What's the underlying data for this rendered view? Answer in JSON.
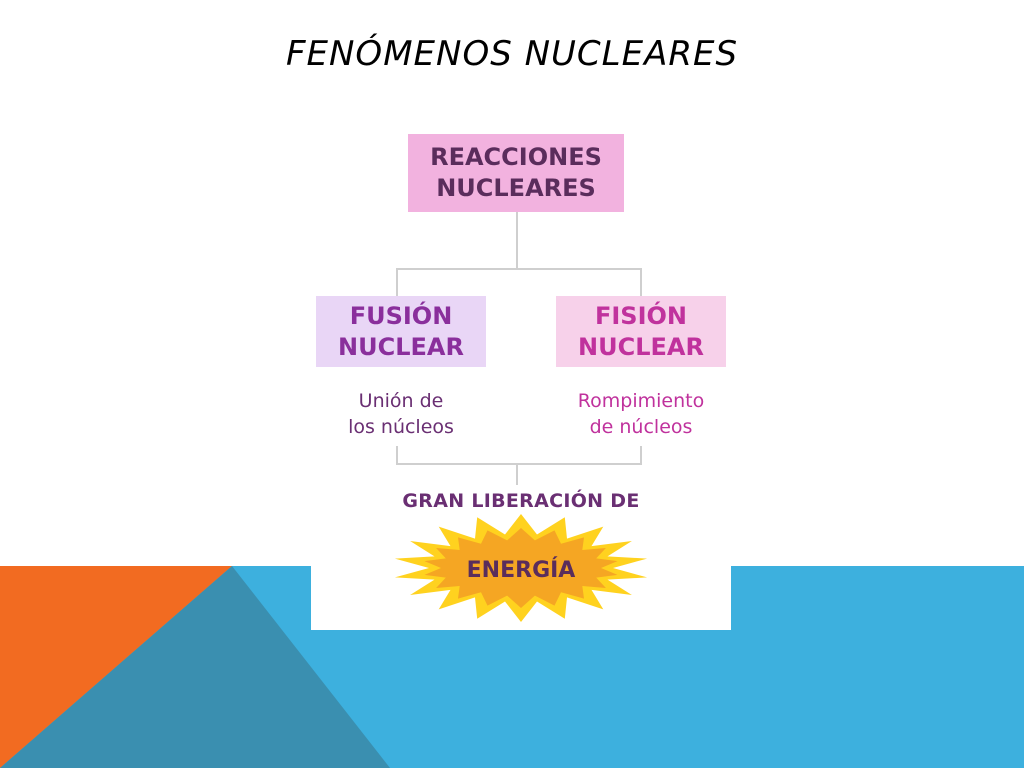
{
  "slide": {
    "title": "FENÓMENOS NUCLEARES"
  },
  "diagram": {
    "root": {
      "lines": [
        "REACCIONES",
        "NUCLEARES"
      ]
    },
    "branches": [
      {
        "title_lines": [
          "FUSIÓN",
          "NUCLEAR"
        ],
        "desc_lines": [
          "Unión de",
          "los núcleos"
        ]
      },
      {
        "title_lines": [
          "FISIÓN",
          "NUCLEAR"
        ],
        "desc_lines": [
          "Rompimiento",
          "de núcleos"
        ]
      }
    ],
    "result_label": "GRAN LIBERACIÓN DE",
    "result_word": "ENERGÍA"
  },
  "colors": {
    "orange": "#f26b21",
    "steel_blue": "#3a8fb0",
    "sky_blue": "#3db0de",
    "root_box": "#f2b2df",
    "fusion_box": "#e9d6f6",
    "fision_box": "#f7d1ea",
    "star_outer": "#ffd21f",
    "star_inner": "#f5a623"
  }
}
